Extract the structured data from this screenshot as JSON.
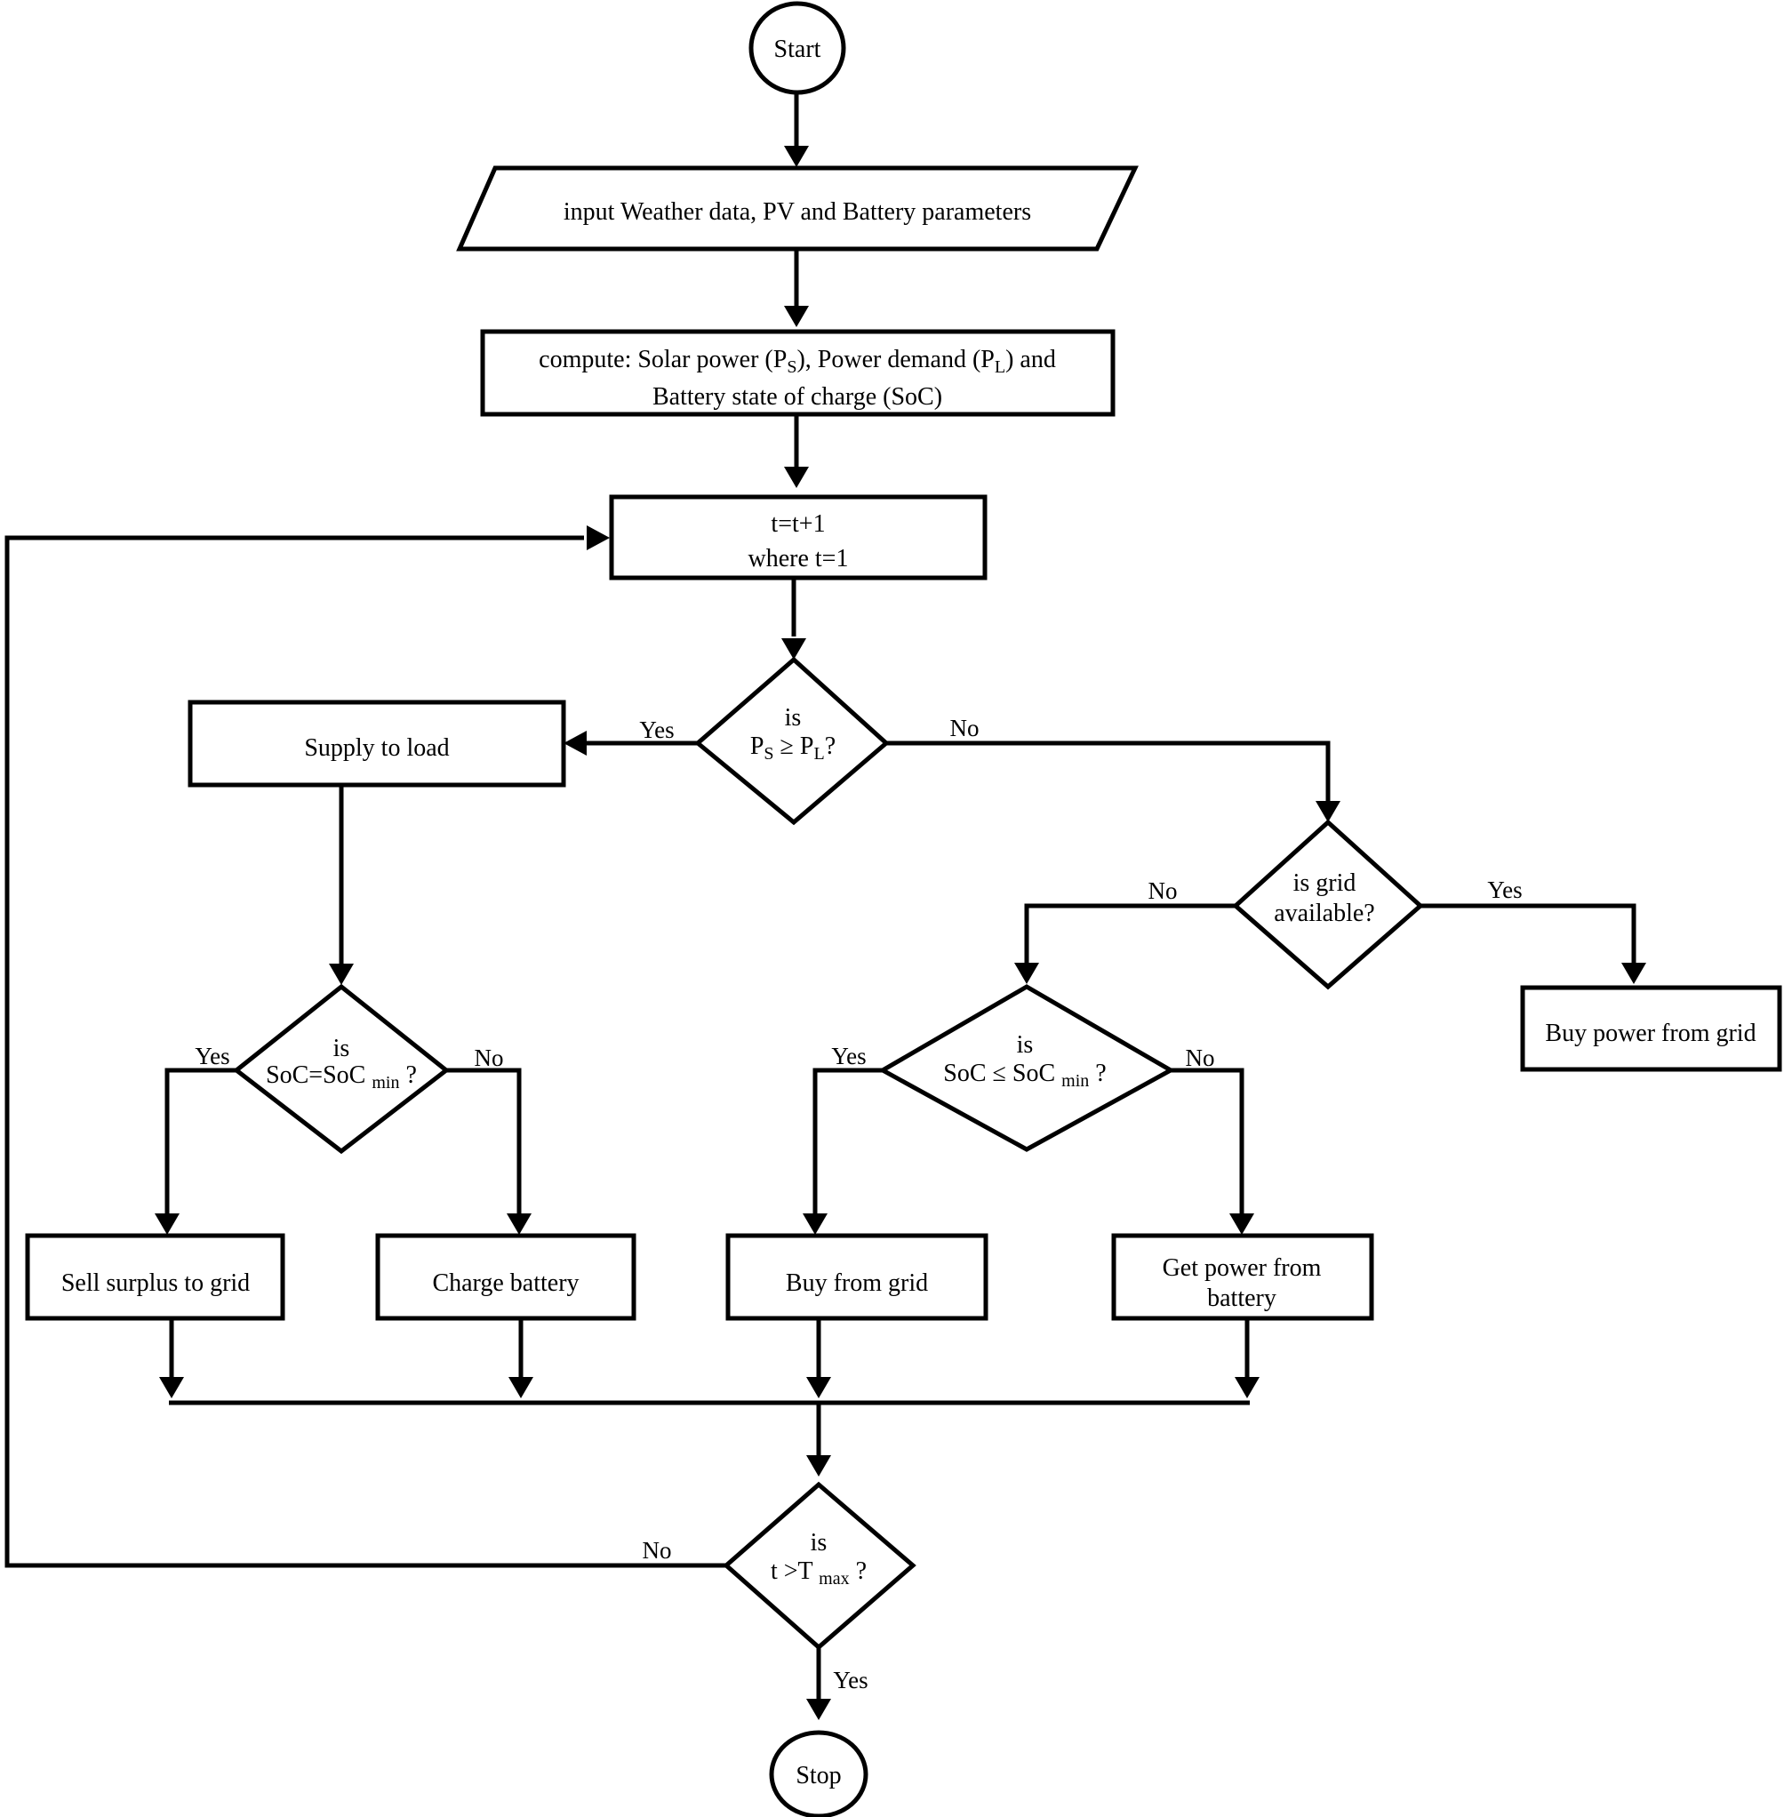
{
  "flowchart": {
    "start": "Start",
    "input": "input Weather data, PV and Battery parameters",
    "compute": {
      "line1": {
        "a": "compute: Solar power (P",
        "sub_s": "S",
        "b": "), Power demand (P",
        "sub_l": "L",
        "c": ") and"
      },
      "line2": "Battery state of charge (SoC)"
    },
    "time_step": {
      "line1": "t=t+1",
      "line2": "where t=1"
    },
    "decision_ps": {
      "line1": "is",
      "p": "P",
      "sub_s": "S",
      "mid": " ≥ P",
      "sub_l": "L",
      "q": "?"
    },
    "supply_load": "Supply to load",
    "decision_grid": {
      "line1": "is grid",
      "line2": "available?"
    },
    "buy_power_grid": "Buy power from grid",
    "decision_soc_eq": {
      "line1": "is",
      "base": "SoC=SoC ",
      "sub": "min",
      "q": " ?"
    },
    "decision_soc_le": {
      "line1": "is",
      "base": "SoC ≤ SoC ",
      "sub": "min",
      "q": " ?"
    },
    "sell_surplus": "Sell surplus to grid",
    "charge_battery": "Charge battery",
    "buy_from_grid": "Buy from grid",
    "get_power_battery": {
      "line1": "Get power from",
      "line2": "battery"
    },
    "decision_tmax": {
      "line1": "is",
      "base": "t >T ",
      "sub": "max",
      "q": " ?"
    },
    "stop": "Stop",
    "labels": {
      "yes_ps": "Yes",
      "no_ps": "No",
      "no_grid": "No",
      "yes_grid": "Yes",
      "yes_soc_eq": "Yes",
      "no_soc_eq": "No",
      "yes_soc_le": "Yes",
      "no_soc_le": "No",
      "no_tmax": "No",
      "yes_tmax": "Yes"
    }
  }
}
